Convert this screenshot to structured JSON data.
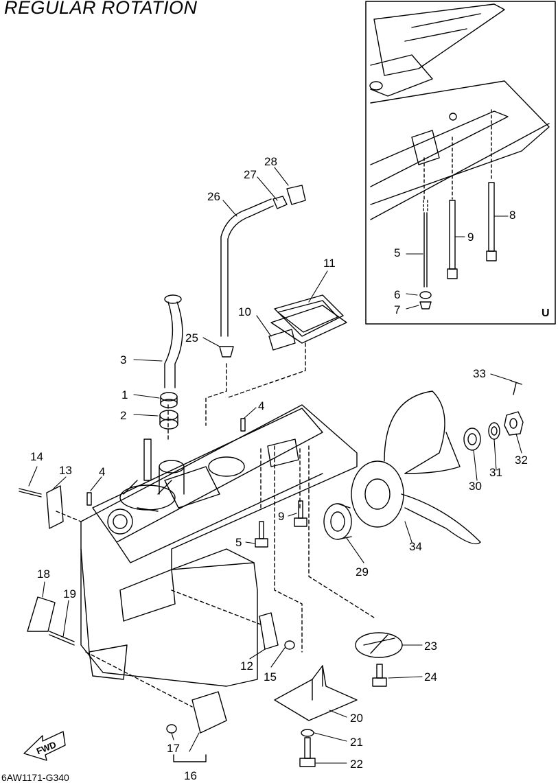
{
  "title": "REGULAR ROTATION",
  "drawing_code": "6AW1171-G340",
  "inset_marker": "U",
  "fwd_arrow_label": "FWD",
  "callouts": [
    {
      "id": "c1",
      "text": "1"
    },
    {
      "id": "c2",
      "text": "2"
    },
    {
      "id": "c3",
      "text": "3"
    },
    {
      "id": "c4a",
      "text": "4"
    },
    {
      "id": "c4b",
      "text": "4"
    },
    {
      "id": "c5",
      "text": "5"
    },
    {
      "id": "c5i",
      "text": "5"
    },
    {
      "id": "c6i",
      "text": "6"
    },
    {
      "id": "c7i",
      "text": "7"
    },
    {
      "id": "c8i",
      "text": "8"
    },
    {
      "id": "c9",
      "text": "9"
    },
    {
      "id": "c9i",
      "text": "9"
    },
    {
      "id": "c10",
      "text": "10"
    },
    {
      "id": "c11",
      "text": "11"
    },
    {
      "id": "c12",
      "text": "12"
    },
    {
      "id": "c13",
      "text": "13"
    },
    {
      "id": "c14",
      "text": "14"
    },
    {
      "id": "c15",
      "text": "15"
    },
    {
      "id": "c16",
      "text": "16"
    },
    {
      "id": "c17",
      "text": "17"
    },
    {
      "id": "c18",
      "text": "18"
    },
    {
      "id": "c19",
      "text": "19"
    },
    {
      "id": "c20",
      "text": "20"
    },
    {
      "id": "c21",
      "text": "21"
    },
    {
      "id": "c22",
      "text": "22"
    },
    {
      "id": "c23",
      "text": "23"
    },
    {
      "id": "c24",
      "text": "24"
    },
    {
      "id": "c25",
      "text": "25"
    },
    {
      "id": "c26",
      "text": "26"
    },
    {
      "id": "c27",
      "text": "27"
    },
    {
      "id": "c28",
      "text": "28"
    },
    {
      "id": "c29",
      "text": "29"
    },
    {
      "id": "c30",
      "text": "30"
    },
    {
      "id": "c31",
      "text": "31"
    },
    {
      "id": "c32",
      "text": "32"
    },
    {
      "id": "c33",
      "text": "33"
    },
    {
      "id": "c34",
      "text": "34"
    }
  ]
}
